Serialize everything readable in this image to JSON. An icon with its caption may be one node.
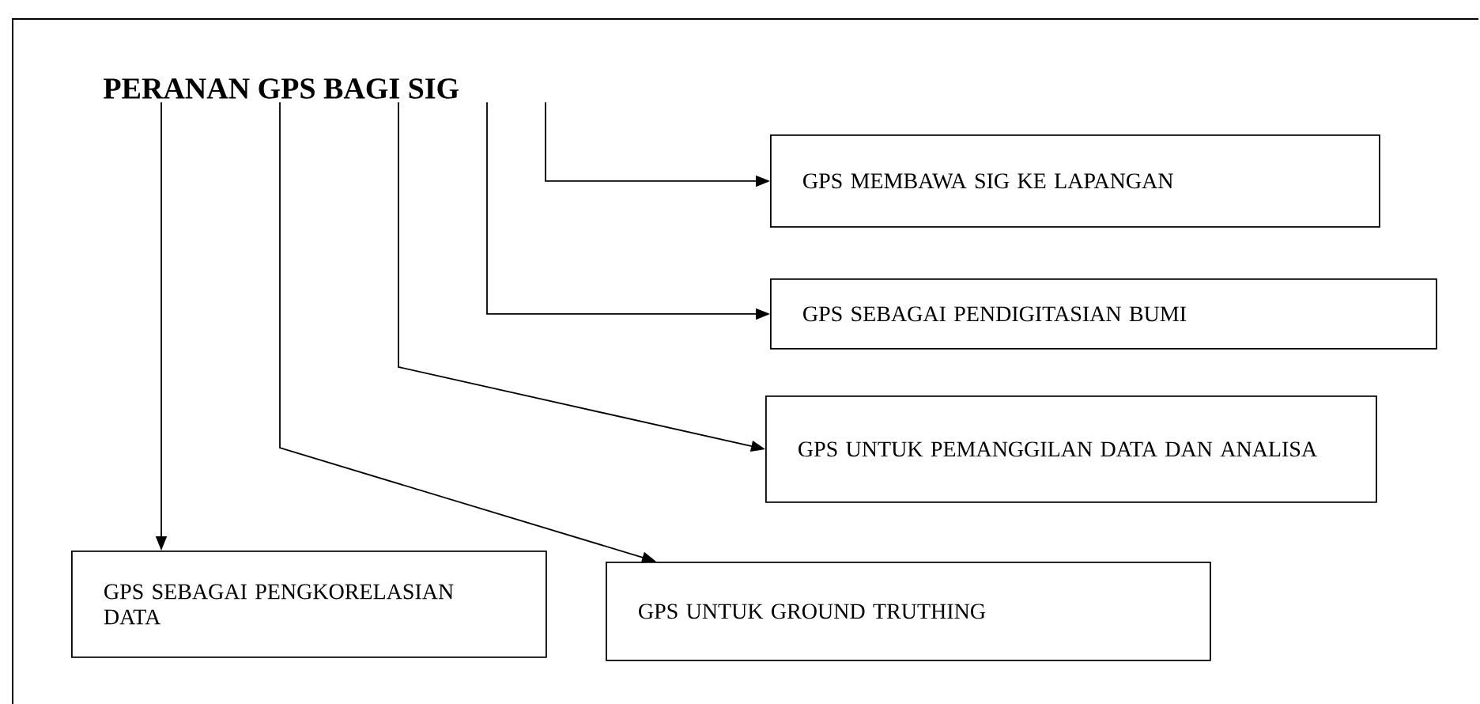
{
  "diagram": {
    "nodes": [
      {
        "text": [
          "PERANAN GPS BAGI SIG"
        ]
      },
      {
        "text": [
          "GPS MEMBAWA SIG KE LAPANGAN"
        ]
      },
      {
        "text": [
          "GPS SEBAGAI PENDIGITASIAN BUMI"
        ]
      },
      {
        "text": [
          "GPS UNTUK PEMANGGILAN DATA DAN ANALISA"
        ]
      },
      {
        "text": [
          "GPS SEBAGAI PENGKORELASIAN DATA"
        ]
      },
      {
        "text": [
          "GPS UNTUK GROUND TRUTHING"
        ]
      }
    ],
    "edges": [
      {
        "from": 0,
        "to": 1,
        "arrow": "to"
      },
      {
        "from": 0,
        "to": 2,
        "arrow": "to"
      },
      {
        "from": 0,
        "to": 3,
        "arrow": "to"
      },
      {
        "from": 0,
        "to": 5,
        "arrow": "to"
      },
      {
        "from": 0,
        "to": 4,
        "arrow": "to"
      }
    ]
  }
}
